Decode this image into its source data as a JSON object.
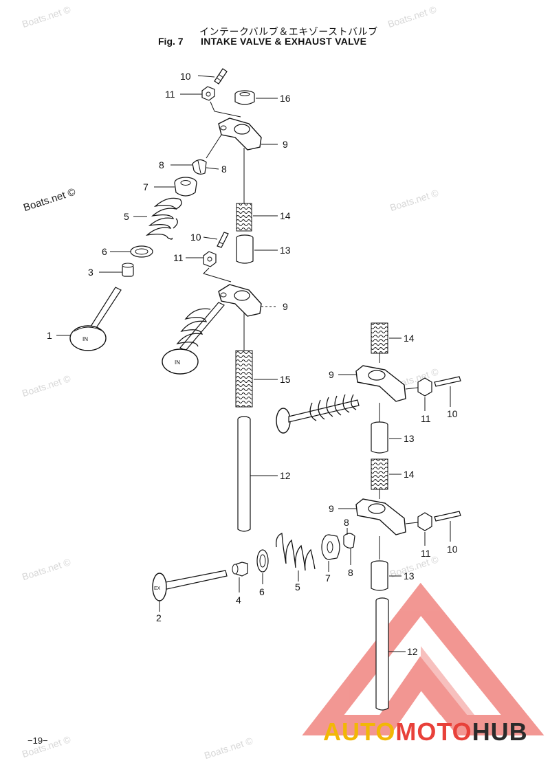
{
  "title": {
    "japanese": "インテークバルブ＆エキゾーストバルブ",
    "fig": "Fig. 7",
    "english": "INTAKE VALVE & EXHAUST VALVE"
  },
  "watermark": "Boats.net ©",
  "page_number": "−19−",
  "logo": {
    "auto": "AUTO",
    "moto": "MOTO",
    "hub": "HUB"
  },
  "stamp": "IN",
  "callouts": {
    "c10a": "10",
    "c11a": "11",
    "c16": "16",
    "c9a": "9",
    "c8a": "8",
    "c8b": "8",
    "c7a": "7",
    "c14a": "14",
    "c5a": "5",
    "c10b": "10",
    "c13a": "13",
    "c6a": "6",
    "c11b": "11",
    "c3": "3",
    "c9b": "9",
    "c1": "1",
    "c14b": "14",
    "c9c": "9",
    "c15": "15",
    "c11c": "11",
    "c10c": "10",
    "c13b": "13",
    "c12a": "12",
    "c14c": "14",
    "c9d": "9",
    "c8c": "8",
    "c11d": "11",
    "c10d": "10",
    "c8d": "8",
    "c7b": "7",
    "c13c": "13",
    "c6b": "6",
    "c5b": "5",
    "c4": "4",
    "c2": "2",
    "c12b": "12"
  },
  "colors": {
    "line": "#111111",
    "watermark": "#d7d7d7",
    "logo_red": "#e8413a",
    "logo_yellow": "#f2b705",
    "logo_dark": "#2b2b2b"
  }
}
